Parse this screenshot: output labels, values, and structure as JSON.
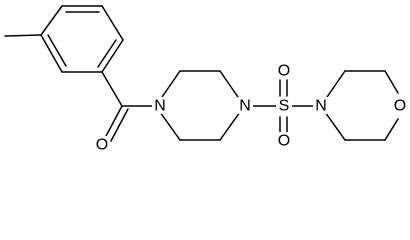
{
  "structure": {
    "atoms": {
      "carbonyl_oxygen": "O",
      "piperazine_n_left": "N",
      "piperazine_n_right": "N",
      "sulfonyl_sulfur": "S",
      "sulfonyl_oxygen_top": "O",
      "sulfonyl_oxygen_bottom": "O",
      "morpholine_nitrogen": "N",
      "morpholine_oxygen": "O"
    }
  }
}
